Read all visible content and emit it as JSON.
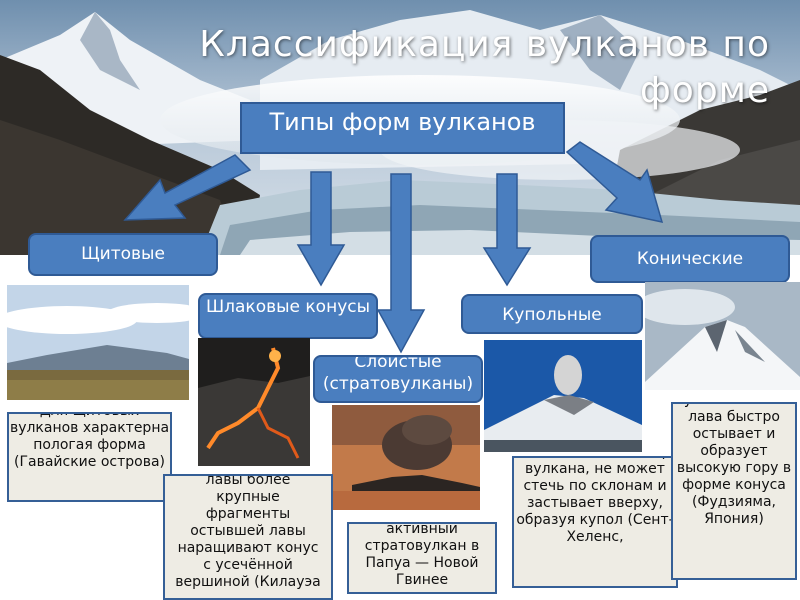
{
  "title": "Классификация вулканов по форме",
  "root": "Типы форм вулканов",
  "types": [
    {
      "label": "Щитовые",
      "desc": "Для щитовых вулканов характерна пологая форма (Гавайские острова)"
    },
    {
      "label": "Шлаковые конусы",
      "desc": "При фонтанировании лавы более крупные фрагменты остывшей лавы наращивают конус с усечённой вершиной (Килауэа"
    },
    {
      "label": "Слоистые (стратовулканы)",
      "desc": "Тавурвур — активный стратовулкан в Папуа — Новой Гвинее"
    },
    {
      "label": "Купольные",
      "desc": "поднимаясь из недр вулкана, не может стечь по склонам и застывает вверху, образуя купол (Сент-Хеленс,"
    },
    {
      "label": "Конические",
      "desc": "Густая и вязкая лава быстро остывает и образует высокую гору в форме конуса (Фудзияма, Япония)"
    }
  ],
  "colors": {
    "box": "#4a7ebf",
    "box_border": "#2f5a95",
    "desc_bg": "#eeece4",
    "desc_border": "#355f96"
  }
}
